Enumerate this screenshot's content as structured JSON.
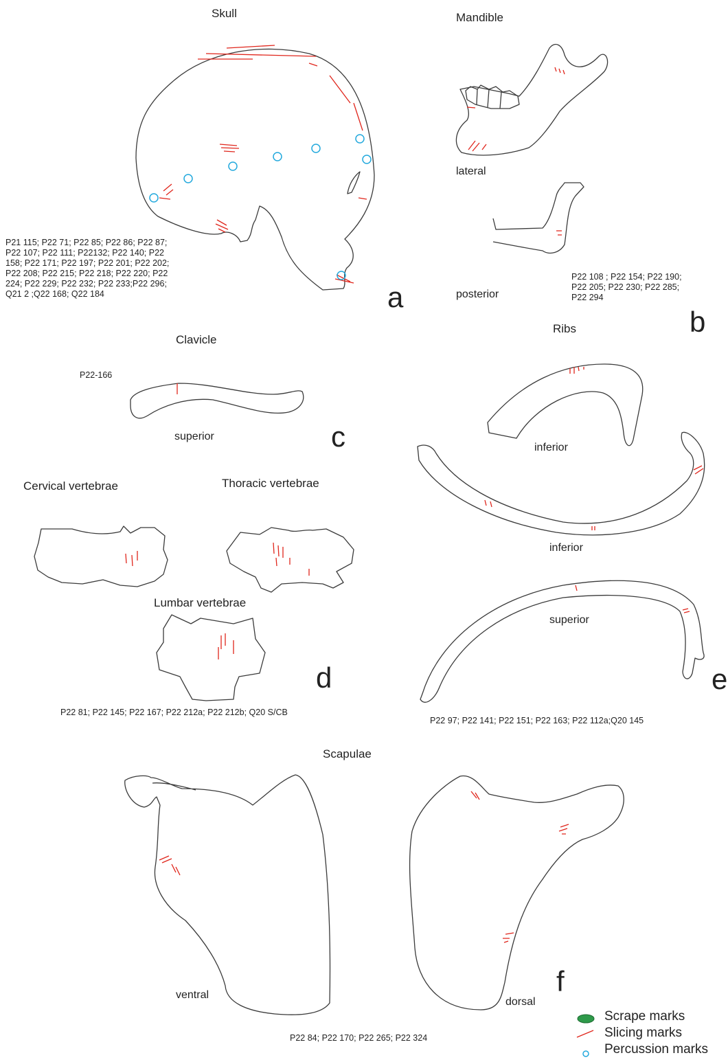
{
  "skull": {
    "title": "Skull",
    "panel": "a",
    "specimens": [
      "P21 115; P22 71; P22 85; P22 86; P22 87;",
      "P22 107; P22 111; P22132; P22 140; P22",
      "158; P22 171; P22 197; P22 201; P22 202;",
      "P22 208; P22 215; P22 218; P22 220; P22",
      "224; P22 229; P22 232; P22 233;P22 296;",
      "Q21 2 ;Q22 168; Q22 184"
    ]
  },
  "mandible": {
    "title": "Mandible",
    "panel": "b",
    "view_lateral": "lateral",
    "view_posterior": "posterior",
    "specimens": [
      "P22 108 ; P22 154; P22 190;",
      "P22 205; P22 230; P22 285;",
      "P22 294"
    ]
  },
  "clavicle": {
    "title": "Clavicle",
    "panel": "c",
    "specimen": "P22-166",
    "view": "superior"
  },
  "vertebrae": {
    "cervical": "Cervical vertebrae",
    "thoracic": "Thoracic vertebrae",
    "lumbar": "Lumbar vertebrae",
    "panel": "d",
    "specimens": "P22 81; P22 145; P22 167; P22 212a; P22 212b; Q20 S/CB"
  },
  "ribs": {
    "title": "Ribs",
    "panel": "e",
    "views": [
      "inferior",
      "inferior",
      "superior"
    ],
    "specimens": "P22 97; P22 141; P22 151; P22 163; P22 112a;Q20 145"
  },
  "scapulae": {
    "title": "Scapulae",
    "panel": "f",
    "view_ventral": "ventral",
    "view_dorsal": "dorsal",
    "specimens": "P22 84; P22 170; P22 265; P22 324"
  },
  "legend": {
    "scrape": "Scrape marks",
    "slicing": "Slicing marks",
    "percussion": "Percussion marks"
  },
  "colors": {
    "outline": "#3a3a3a",
    "slicing": "#e0251b",
    "percussion": "#23a9dd",
    "scrape": "#2e9a4a"
  }
}
